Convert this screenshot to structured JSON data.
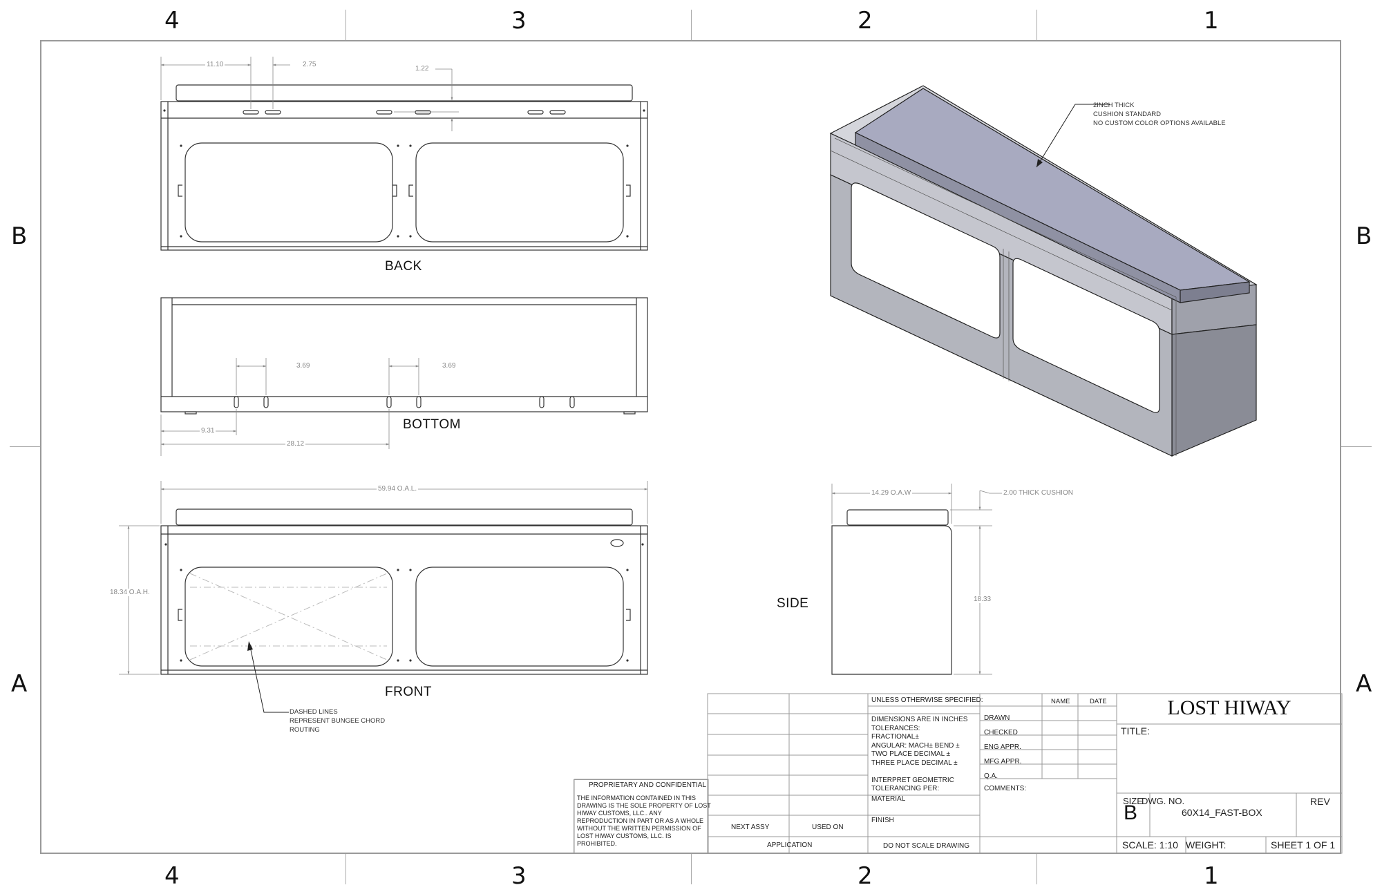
{
  "zones": {
    "columns": [
      "4",
      "3",
      "2",
      "1"
    ],
    "rows": [
      "B",
      "A"
    ]
  },
  "views": {
    "back": "BACK",
    "bottom": "BOTTOM",
    "front": "FRONT",
    "side": "SIDE"
  },
  "dimensions": {
    "back_1110": "11.10",
    "back_275": "2.75",
    "back_122": "1.22",
    "bottom_369a": "3.69",
    "bottom_369b": "3.69",
    "bottom_931": "9.31",
    "bottom_2812": "28.12",
    "front_oal": "59.94 O.A.L.",
    "front_oah": "18.34 O.A.H.",
    "side_oaw": "14.29 O.A.W",
    "side_cushion": "2.00 THICK CUSHION",
    "side_height": "18.33"
  },
  "notes": {
    "cushion": [
      "2INCH THICK",
      "CUSHION STANDARD",
      "NO CUSTOM COLOR OPTIONS AVAILABLE"
    ],
    "dashed": [
      "DASHED LINES",
      "REPRESENT BUNGEE CHORD",
      "ROUTING"
    ]
  },
  "title_block": {
    "proprietary_title": "PROPRIETARY AND CONFIDENTIAL",
    "proprietary_text": [
      "THE INFORMATION CONTAINED IN THIS",
      "DRAWING IS THE SOLE PROPERTY OF LOST",
      "HIWAY CUSTOMS, LLC.. ANY",
      "REPRODUCTION IN PART OR AS A WHOLE",
      "WITHOUT THE WRITTEN PERMISSION OF",
      "LOST HIWAY CUSTOMS, LLC. IS",
      "PROHIBITED."
    ],
    "next_assy": "NEXT ASSY",
    "used_on": "USED ON",
    "application": "APPLICATION",
    "unless": "UNLESS OTHERWISE SPECIFIED:",
    "tolerances": [
      "DIMENSIONS ARE IN INCHES",
      "TOLERANCES:",
      "FRACTIONAL±",
      "ANGULAR: MACH±    BEND ±",
      "TWO PLACE DECIMAL    ±",
      "THREE PLACE DECIMAL  ±"
    ],
    "interpret": [
      "INTERPRET GEOMETRIC",
      "TOLERANCING PER:"
    ],
    "material": "MATERIAL",
    "finish": "FINISH",
    "do_not_scale": "DO NOT SCALE DRAWING",
    "name": "NAME",
    "date": "DATE",
    "drawn": "DRAWN",
    "checked": "CHECKED",
    "eng_appr": "ENG APPR.",
    "mfg_appr": "MFG APPR.",
    "qa": "Q.A.",
    "comments": "COMMENTS:",
    "company": "LOST HIWAY",
    "title_label": "TITLE:",
    "size_label": "SIZE",
    "size": "B",
    "dwg_no_label": "DWG.  NO.",
    "dwg_no": "60X14_FAST-BOX",
    "rev": "REV",
    "scale": "SCALE: 1:10",
    "weight": "WEIGHT:",
    "sheet": "SHEET 1 OF 1"
  }
}
